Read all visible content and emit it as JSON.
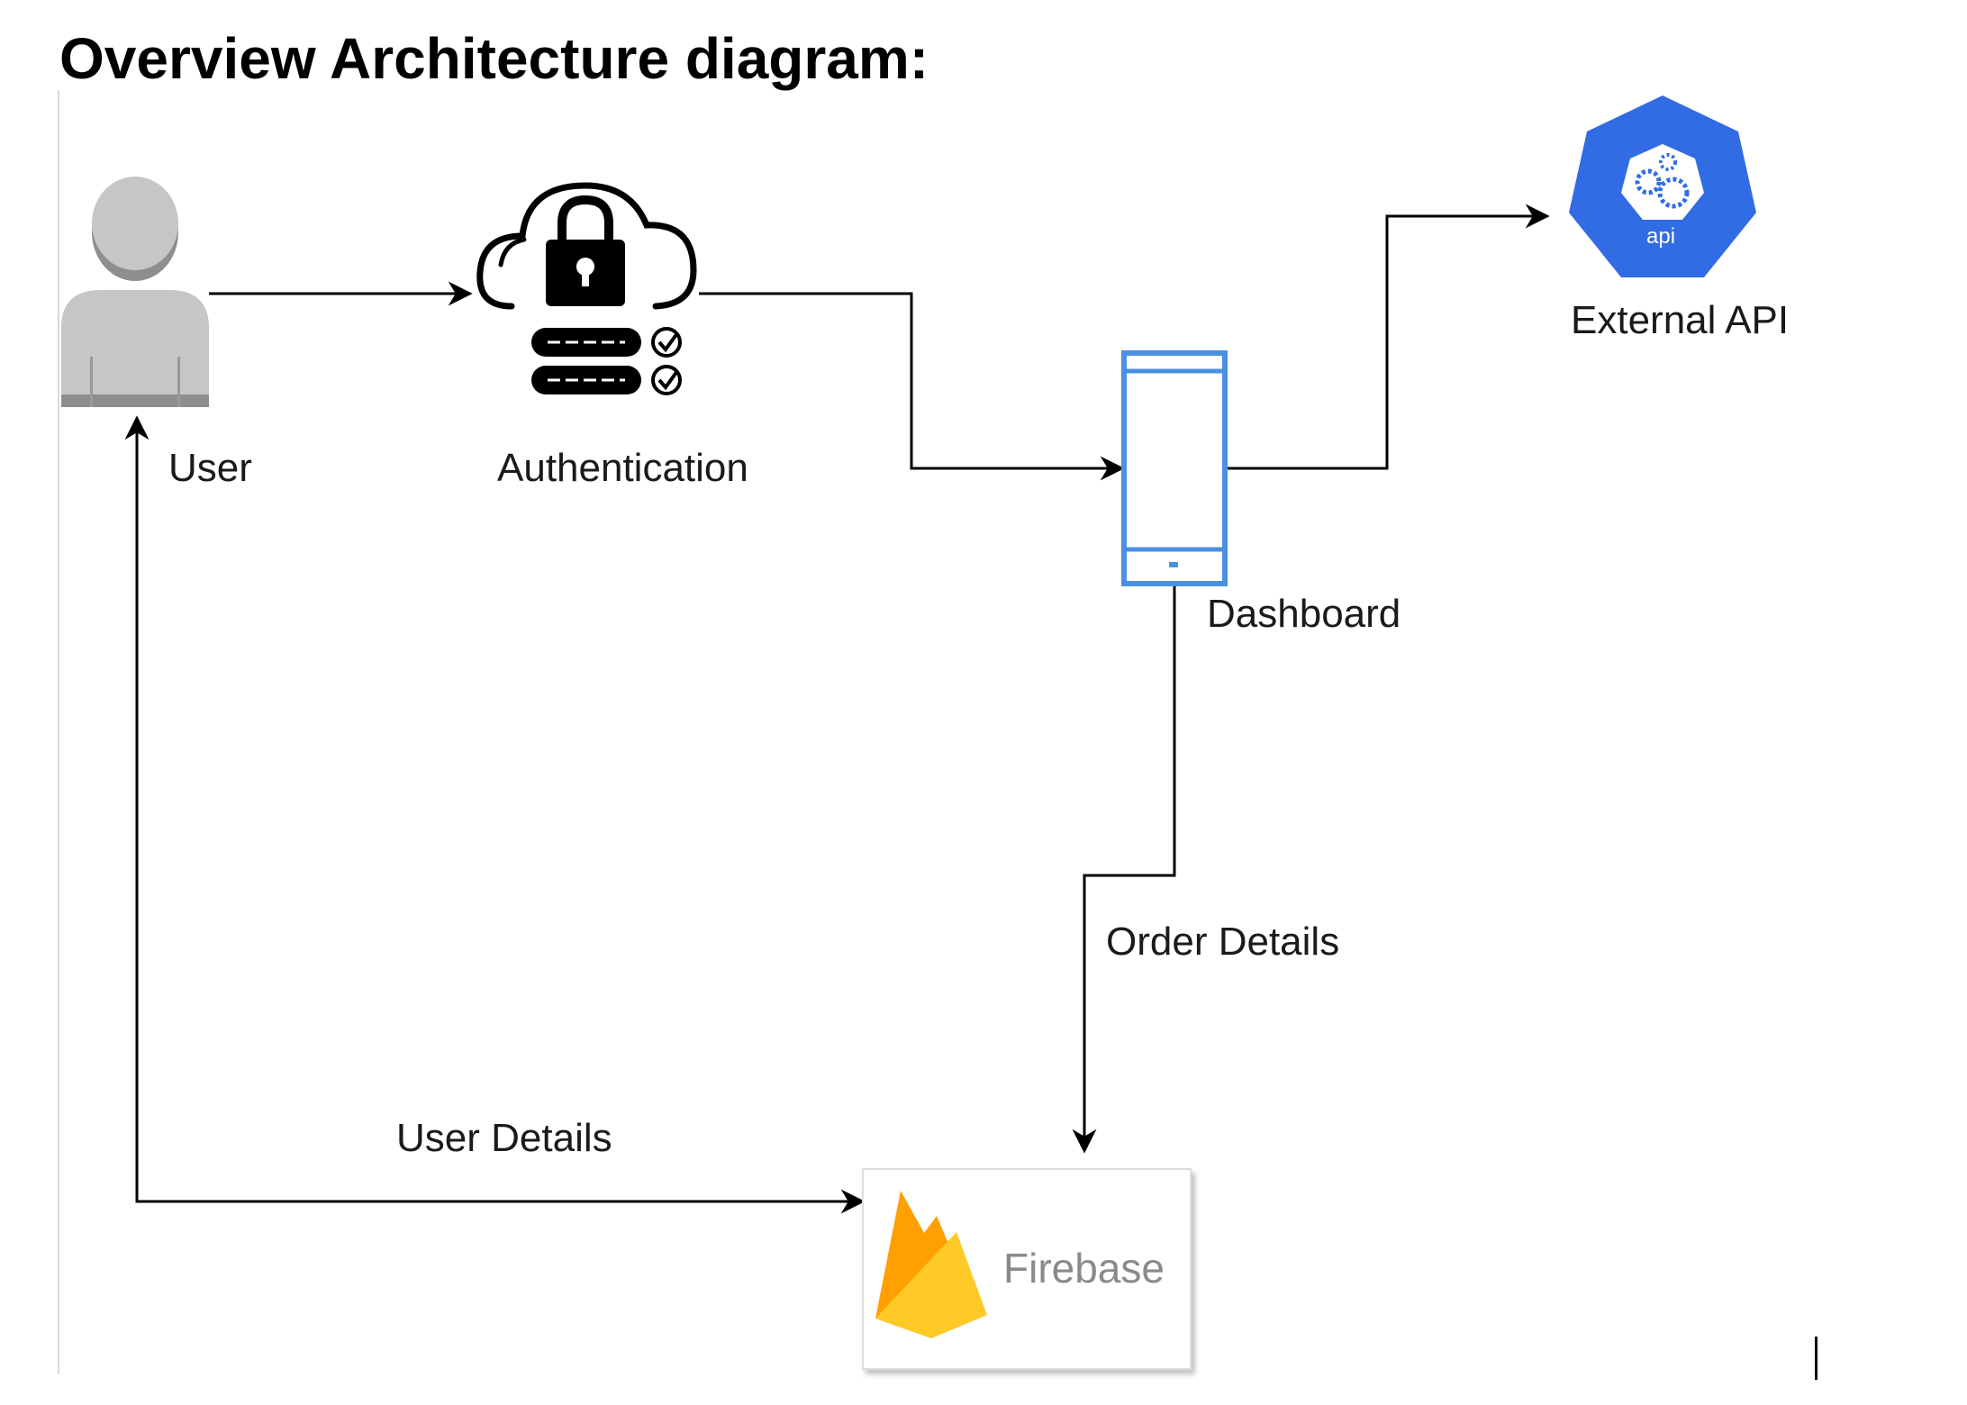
{
  "title": "Overview Architecture diagram:",
  "nodes": {
    "user": {
      "label": "User",
      "icon": "user-icon"
    },
    "authentication": {
      "label": "Authentication",
      "icon": "cloud-lock-icon"
    },
    "dashboard": {
      "label": "Dashboard",
      "icon": "mobile-phone-icon"
    },
    "external_api": {
      "label": "External API",
      "icon": "kubernetes-api-icon",
      "badge": "api"
    },
    "firebase": {
      "label": "Firebase",
      "icon": "firebase-flame-icon"
    }
  },
  "edges": [
    {
      "from": "User",
      "to": "Authentication",
      "label": ""
    },
    {
      "from": "Authentication",
      "to": "Dashboard",
      "label": ""
    },
    {
      "from": "Dashboard",
      "to": "External API",
      "label": ""
    },
    {
      "from": "Dashboard",
      "to": "Firebase",
      "label": "Order Details"
    },
    {
      "from": "Firebase",
      "to": "User",
      "label": "User Details",
      "bidirectional": true
    }
  ],
  "colors": {
    "user_icon": "#c4c4c4",
    "dashboard_stroke": "#4a90e2",
    "api_hex": "#326ce5",
    "firebase_yellow": "#ffca28",
    "firebase_orange": "#ffa000",
    "firebase_dark": "#f57c00"
  }
}
